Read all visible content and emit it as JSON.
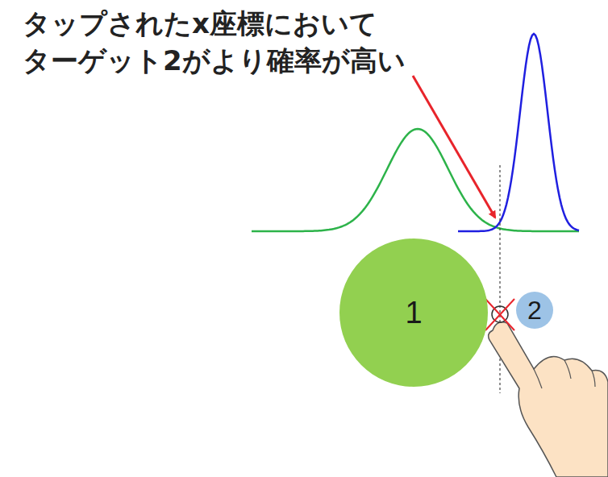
{
  "diagram": {
    "nodes": [
      {
        "text": [
          "1"
        ]
      },
      {
        "text": [
          "2"
        ]
      }
    ],
    "labels": [
      "タップされたx座標において ターゲット2がより確率が高い"
    ]
  }
}
